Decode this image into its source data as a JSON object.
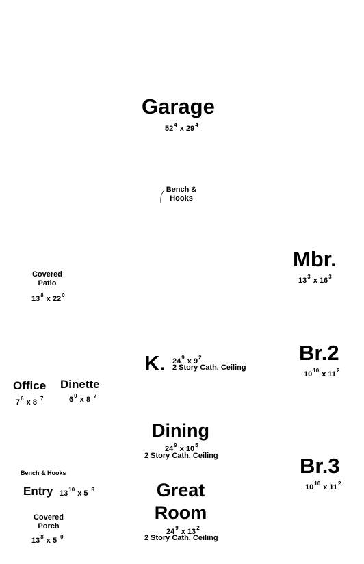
{
  "rooms": {
    "garage": {
      "name": "Garage",
      "w": "52",
      "wi": "4",
      "d": "29",
      "di": "4"
    },
    "bench1": {
      "line1": "Bench &",
      "line2": "Hooks"
    },
    "mbr": {
      "name": "Mbr.",
      "w": "13",
      "wi": "3",
      "d": "16",
      "di": "3"
    },
    "patio": {
      "line1": "Covered",
      "line2": "Patio",
      "w": "13",
      "wi": "8",
      "d": "22",
      "di": "0"
    },
    "kitchen": {
      "name": "K.",
      "w": "24",
      "wi": "9",
      "d": "9",
      "di": "2",
      "note": "2 Story Cath. Ceiling"
    },
    "br2": {
      "name": "Br.2",
      "w": "10",
      "wi": "10",
      "d": "11",
      "di": "2"
    },
    "office": {
      "name": "Office",
      "w": "7",
      "wi": "6",
      "d": "8",
      "di": "7"
    },
    "dinette": {
      "name": "Dinette",
      "w": "6",
      "wi": "0",
      "d": "8",
      "di": "7"
    },
    "dining": {
      "name": "Dining",
      "w": "24",
      "wi": "9",
      "d": "10",
      "di": "5",
      "note": "2 Story Cath. Ceiling"
    },
    "br3": {
      "name": "Br.3",
      "w": "10",
      "wi": "10",
      "d": "11",
      "di": "2"
    },
    "bench2": {
      "label": "Bench & Hooks"
    },
    "entry": {
      "name": "Entry",
      "w": "13",
      "wi": "10",
      "d": "5",
      "di": "8"
    },
    "great": {
      "line1": "Great",
      "line2": "Room",
      "w": "24",
      "wi": "9",
      "d": "13",
      "di": "2",
      "note": "2 Story Cath. Ceiling"
    },
    "porch": {
      "line1": "Covered",
      "line2": "Porch",
      "w": "13",
      "wi": "8",
      "d": "5",
      "di": "0"
    }
  }
}
